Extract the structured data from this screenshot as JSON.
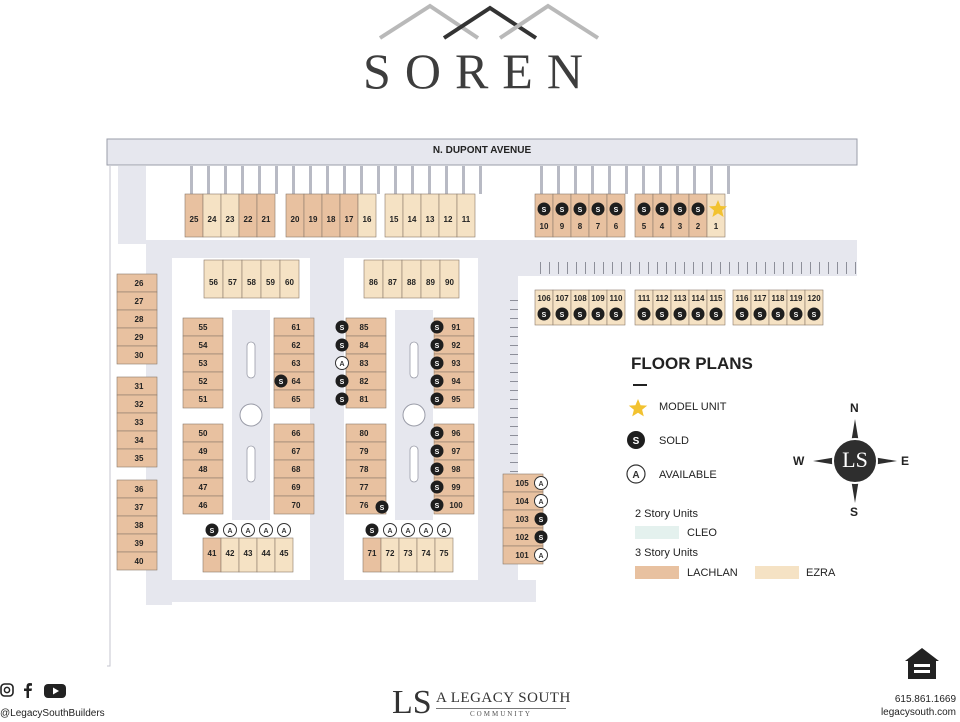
{
  "brand": {
    "title": "SOREN"
  },
  "street": {
    "name": "N. DUPONT AVENUE"
  },
  "units": {
    "top_left": [
      "25",
      "24",
      "23",
      "22",
      "21",
      "20",
      "19",
      "18",
      "17",
      "16",
      "15",
      "14",
      "13",
      "12",
      "11"
    ],
    "top_right": [
      "10",
      "9",
      "8",
      "7",
      "6",
      "5",
      "4",
      "3",
      "2",
      "1"
    ],
    "row_106_120": [
      "106",
      "107",
      "108",
      "109",
      "110",
      "111",
      "112",
      "113",
      "114",
      "115",
      "116",
      "117",
      "118",
      "119",
      "120"
    ],
    "left_col": [
      "26",
      "27",
      "28",
      "29",
      "30",
      "31",
      "32",
      "33",
      "34",
      "35",
      "36",
      "37",
      "38",
      "39",
      "40"
    ],
    "block_a_top": [
      "56",
      "57",
      "58",
      "59",
      "60"
    ],
    "block_a_left_top": [
      "55",
      "54",
      "53",
      "52",
      "51"
    ],
    "block_a_right_top": [
      "61",
      "62",
      "63",
      "64",
      "65"
    ],
    "block_a_left_bottom": [
      "50",
      "49",
      "48",
      "47",
      "46"
    ],
    "block_a_right_bottom": [
      "66",
      "67",
      "68",
      "69",
      "70"
    ],
    "block_a_bottom": [
      "41",
      "42",
      "43",
      "44",
      "45"
    ],
    "block_b_top": [
      "86",
      "87",
      "88",
      "89",
      "90"
    ],
    "block_b_left_top": [
      "85",
      "84",
      "83",
      "82",
      "81"
    ],
    "block_b_right_top": [
      "91",
      "92",
      "93",
      "94",
      "95"
    ],
    "block_b_left_bottom": [
      "80",
      "79",
      "78",
      "77",
      "76"
    ],
    "block_b_right_bottom": [
      "96",
      "97",
      "98",
      "99",
      "100"
    ],
    "block_b_bottom": [
      "71",
      "72",
      "73",
      "74",
      "75"
    ],
    "right_col": [
      "105",
      "104",
      "103",
      "102",
      "101"
    ]
  },
  "badges": {
    "sold": "S",
    "available": "A"
  },
  "legend": {
    "title": "FLOOR PLANS",
    "model_unit": "MODEL UNIT",
    "sold": "SOLD",
    "available": "AVAILABLE",
    "two_story": "2 Story Units",
    "cleo": "CLEO",
    "three_story": "3 Story Units",
    "lachlan": "LACHLAN",
    "ezra": "EZRA"
  },
  "compass": {
    "n": "N",
    "s": "S",
    "e": "E",
    "w": "W",
    "center": "LS"
  },
  "footer": {
    "handle": "@LegacySouthBuilders",
    "logo_mark": "LS",
    "logo_line1": "A LEGACY SOUTH",
    "logo_line2": "COMMUNITY",
    "phone": "615.861.1669",
    "website": "legacysouth.com"
  },
  "colors": {
    "lachlan": "#e8c1a0",
    "ezra": "#f5e2c4",
    "cleo": "#e4f1ee",
    "road": "#e6e7ee",
    "sold": "#1e1e1e",
    "star": "#f2c230"
  }
}
